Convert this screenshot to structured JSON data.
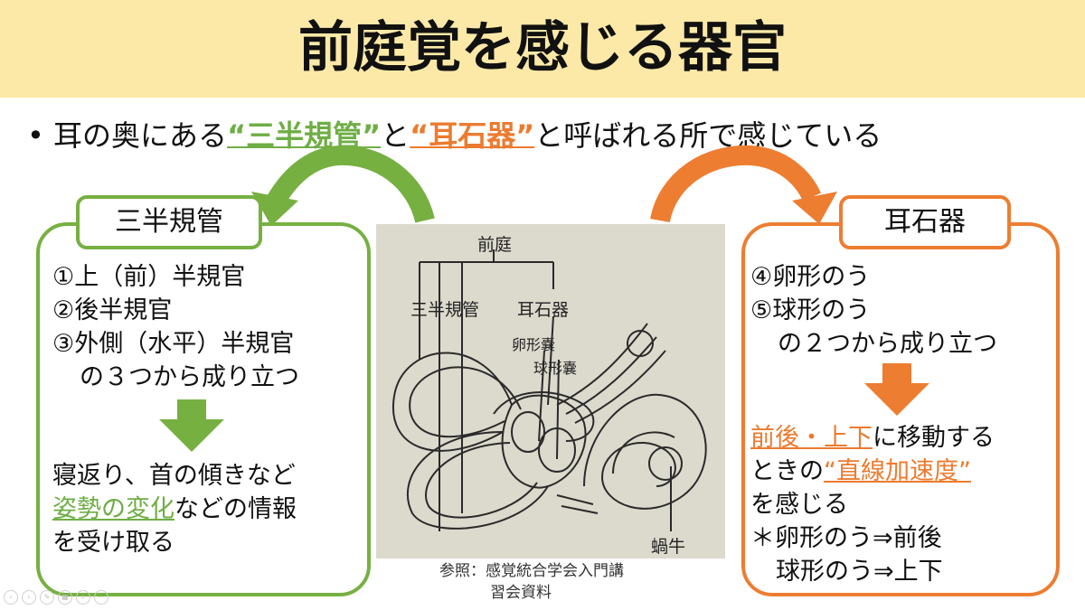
{
  "title": "前庭覚を感じる器官",
  "intro": {
    "bullet": "•",
    "before": "耳の奥にある",
    "term1": "“三半規管”",
    "middle": "と",
    "term2": "“耳石器”",
    "after": "と呼ばれる所で感じている"
  },
  "left_box": {
    "heading": "三半規管",
    "items": [
      "①上（前）半規官",
      "②後半規官",
      "③外側（水平）半規官"
    ],
    "composition": "の３つから成り立つ",
    "result_line1": "寝返り、首の傾きなど",
    "result_highlight": "姿勢の変化",
    "result_line2_rest": "などの情報",
    "result_line3": "を受け取る"
  },
  "right_box": {
    "heading": "耳石器",
    "items": [
      "④卵形のう",
      "⑤球形のう"
    ],
    "composition": "の２つから成り立つ",
    "result_highlight": "前後・上下",
    "result_line1_rest": "に移動する",
    "result_line2_prefix": "ときの",
    "result_term": "“直線加速度”",
    "result_line3": "を感じる",
    "note1": "＊卵形のう⇒前後",
    "note2": "球形のう⇒上下"
  },
  "figure": {
    "labels": {
      "top": "前庭",
      "canals": "三半規管",
      "otolith": "耳石器",
      "utricle": "卵形嚢",
      "saccule": "球形嚢",
      "cochlea": "蝸牛"
    }
  },
  "reference": {
    "line1": "参照：感覚統合学会入門講",
    "line2": "習会資料"
  },
  "colors": {
    "title_band": "#fde9a7",
    "green": "#76b041",
    "orange": "#ed7d31"
  },
  "nav_icons": [
    "prev-icon",
    "next-icon",
    "pen-icon",
    "grid-icon",
    "zoom-icon",
    "more-icon"
  ]
}
